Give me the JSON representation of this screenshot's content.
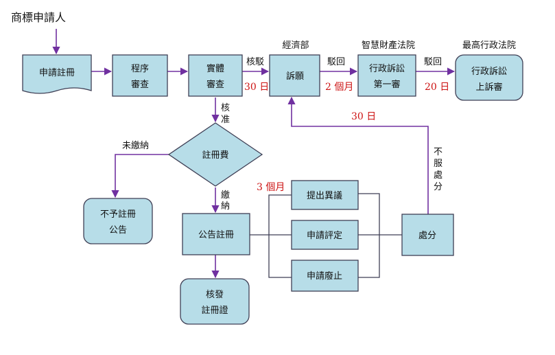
{
  "title": "商標申請人",
  "nodes": {
    "application": "申請註冊",
    "procedure_review": [
      "程序",
      "審查"
    ],
    "substantive_review": [
      "實體",
      "審查"
    ],
    "appeal": "訴願",
    "admin_litigation_1": [
      "行政訴訟",
      "第一審"
    ],
    "admin_litigation_2": [
      "行政訴訟",
      "上訴審"
    ],
    "registration_fee": "註冊費",
    "no_registration": [
      "不予註冊",
      "公告"
    ],
    "publish_registration": "公告註冊",
    "issue_certificate": [
      "核發",
      "註冊證"
    ],
    "opposition": "提出異議",
    "invalidation": "申請評定",
    "cancellation": "申請廢止",
    "disposition": "處分"
  },
  "authorities": {
    "moea": "經濟部",
    "ip_court": "智慧財產法院",
    "supreme_admin_court": "最高行政法院"
  },
  "edge_labels": {
    "rejected": "核駁",
    "approved": [
      "核",
      "准"
    ],
    "not_paid": "未繳納",
    "paid": [
      "繳",
      "納"
    ],
    "dismissed_1": "駁回",
    "dismissed_2": "駁回",
    "dissatisfied": [
      "不",
      "服",
      "處",
      "分"
    ]
  },
  "deadlines": {
    "appeal": "30 日",
    "litigation_1": "2 個月",
    "litigation_2": "20 日",
    "disposition_appeal": "30 日",
    "opposition": "3 個月"
  },
  "colors": {
    "box_fill": "#b7dde8",
    "box_stroke": "#3f3f55",
    "arrow": "#7030a0",
    "deadline": "#cc1111"
  }
}
